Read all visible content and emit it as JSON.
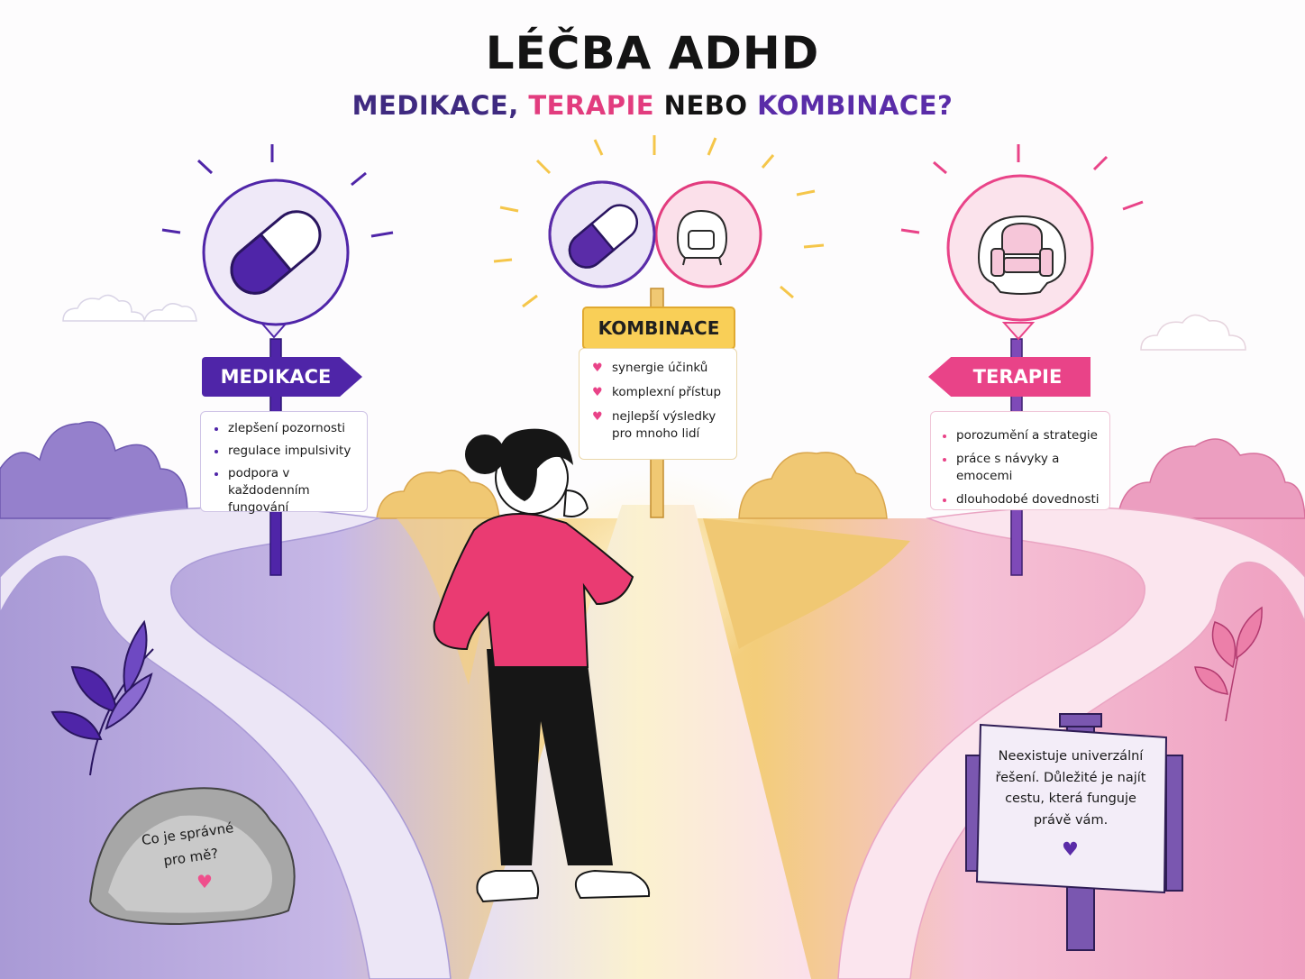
{
  "header": {
    "title": "LÉČBA ADHD",
    "subtitle_medikace": "MEDIKACE,",
    "subtitle_terapie": "TERAPIE",
    "subtitle_nebo": "NEBO",
    "subtitle_kombinace": "KOMBINACE?"
  },
  "medikace": {
    "label": "MEDIKACE",
    "color": "#4f25a8",
    "icon": "pill-icon",
    "items": [
      "zlepšení pozornosti",
      "regulace impulsivity",
      "podpora v každodenním fungování"
    ]
  },
  "kombinace": {
    "label": "KOMBINACE",
    "color": "#f9cf57",
    "icon": "pill-and-armchair-venn-icon",
    "items": [
      "synergie účinků",
      "komplexní přístup",
      "nejlepší výsledky pro mnoho lidí"
    ]
  },
  "terapie": {
    "label": "TERAPIE",
    "color": "#e94388",
    "icon": "armchair-icon",
    "items": [
      "porozumění a strategie",
      "práce s návyky a emocemi",
      "dlouhodobé dovednosti"
    ]
  },
  "rock": {
    "text": "Co je správné pro mě?",
    "icon": "heart-icon"
  },
  "board": {
    "text": "Neexistuje univerzální řešení. Důležité je najít cestu, která funguje právě vám.",
    "icon": "heart-icon"
  }
}
